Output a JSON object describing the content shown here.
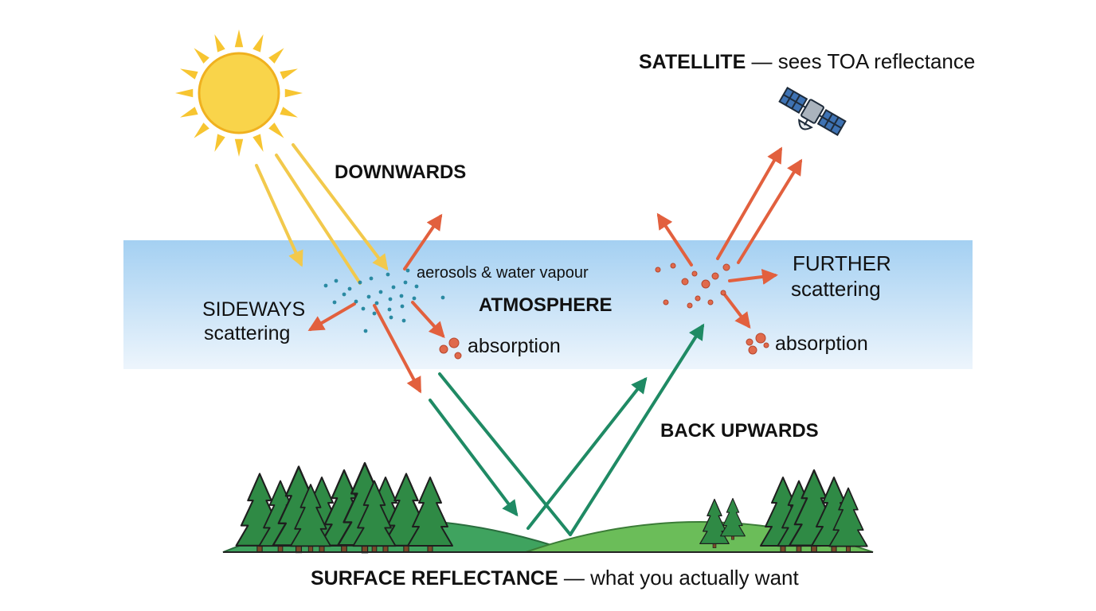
{
  "labels": {
    "satellite_title": "SATELLITE",
    "satellite_desc": "— sees TOA reflectance",
    "downwards": "DOWNWARDS",
    "aerosols": "aerosols & water vapour",
    "atmosphere": "ATMOSPHERE",
    "sideways_line1": "SIDEWAYS",
    "sideways_line2": "scattering",
    "absorption_left": "absorption",
    "further_line1": "FURTHER",
    "further_line2": "scattering",
    "absorption_right": "absorption",
    "back_upwards": "BACK UPWARDS",
    "surface_title": "SURFACE REFLECTANCE",
    "surface_desc": "— what you actually want"
  },
  "colors": {
    "sun": "#f9d44a",
    "sun_ray": "#f7c531",
    "incoming_light": "#f2c94c",
    "scattered_light": "#e2603e",
    "surface_path": "#1f8a64",
    "atmosphere_top": "#a4d0f2",
    "atmosphere_bottom": "#edf5fc",
    "aerosol_dot": "#2a8aa2",
    "absorption_dot": "#e06a4c",
    "tree": "#2f8a45",
    "hill_left": "#3fa35f",
    "hill_right": "#6bbd59",
    "satellite_panel": "#3e72b3",
    "satellite_body": "#aab3bd"
  },
  "icons": [
    "sun-icon",
    "satellite-icon",
    "tree-icon"
  ]
}
